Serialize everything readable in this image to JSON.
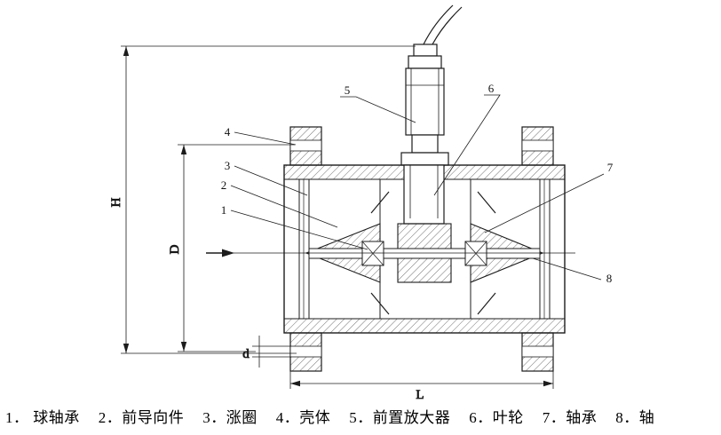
{
  "figure": {
    "parts": [
      "1",
      "2",
      "3",
      "4",
      "5",
      "6",
      "7",
      "8"
    ],
    "dims": {
      "H": "H",
      "D": "D",
      "d": "d",
      "L": "L"
    }
  },
  "caption": {
    "items": [
      "1． 球轴承",
      "2．前导向件",
      "3．涨圈",
      "4．壳体",
      "5．前置放大器",
      "6．叶轮",
      "7．轴承",
      "8．轴"
    ]
  }
}
